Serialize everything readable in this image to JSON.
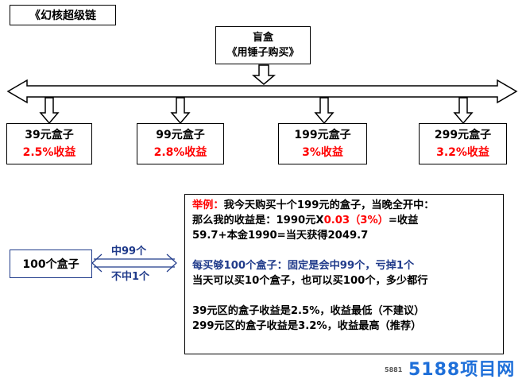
{
  "colors": {
    "accent_red": "#ff0000",
    "accent_blue": "#1f3a8a",
    "watermark_blue": "#1e6fd9",
    "text": "#000000"
  },
  "title": "《幻核超级链",
  "blind_box": {
    "line1": "盲盒",
    "line2": "《用锤子购买》"
  },
  "tiers": [
    {
      "name": "39元盒子",
      "yield": "2.5%收益"
    },
    {
      "name": "99元盒子",
      "yield": "2.8%收益"
    },
    {
      "name": "199元盒子",
      "yield": "3%收益"
    },
    {
      "name": "299元盒子",
      "yield": "3.2%收益"
    }
  ],
  "hundred_boxes": {
    "label": "100个盒子",
    "hit": "中99个",
    "miss": "不中1个"
  },
  "example": {
    "l1_prefix": "举例：",
    "l1_text": "我今天购买十个199元的盒子，当晚全开中：",
    "l2_a": "那么我的收益是：1990元X",
    "l2_b": "0.03（3%）",
    "l2_c": "=收益",
    "l3": "59.7+本金1990=当天获得2049.7",
    "l4": "每买够100个盒子：固定是会中99个，亏掉1个",
    "l5": "当天可以买10个盒子，也可以买100个，多少都行",
    "l6": "39元区的盒子收益是2.5%，收益最低（不建议）",
    "l7": "299元区的盒子收益是3.2%，收益最高（推荐）"
  },
  "watermark": {
    "small": "5881",
    "big": "5188项目网"
  }
}
